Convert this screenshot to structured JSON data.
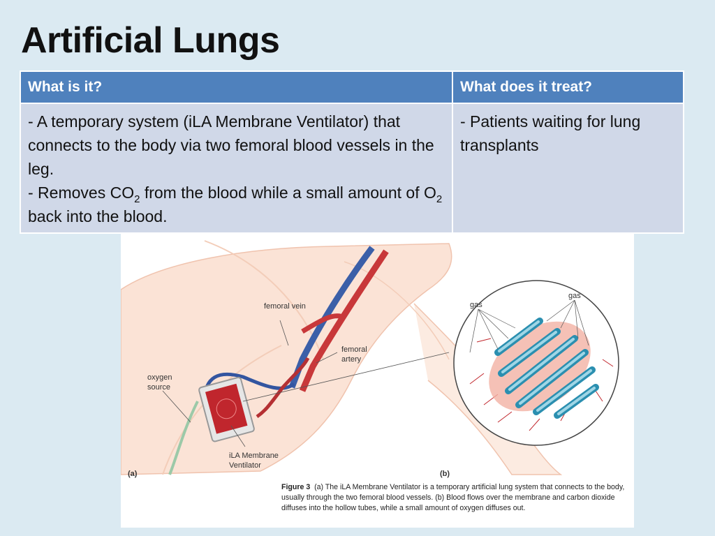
{
  "slide": {
    "title": "Artificial Lungs"
  },
  "table": {
    "headers": [
      "What is it?",
      "What does it treat?"
    ],
    "what_is_it": {
      "line1": "- A temporary system (iLA Membrane Ventilator) that connects to the body via two femoral blood vessels in the leg.",
      "line2_prefix": "- Removes CO",
      "line2_sub": "2",
      "line2_mid": " from the blood while a small amount of O",
      "line2_sub2": "2",
      "line2_suffix": " back into the blood."
    },
    "what_does_it_treat": "- Patients waiting for lung transplants"
  },
  "figure": {
    "labels": {
      "femoral_vein": "femoral vein",
      "femoral_artery": "femoral artery",
      "oxygen_source": "oxygen source",
      "ventilator": "iLA Membrane Ventilator",
      "gas_left": "gas",
      "gas_right": "gas",
      "panel_a": "(a)",
      "panel_b": "(b)"
    },
    "caption_title": "Figure 3",
    "caption_text": "(a) The iLA Membrane Ventilator is a temporary artificial lung system that connects to the body, usually through the two femoral blood vessels. (b) Blood flows over the membrane and carbon dioxide diffuses into the hollow tubes, while a small amount of oxygen diffuses out."
  }
}
